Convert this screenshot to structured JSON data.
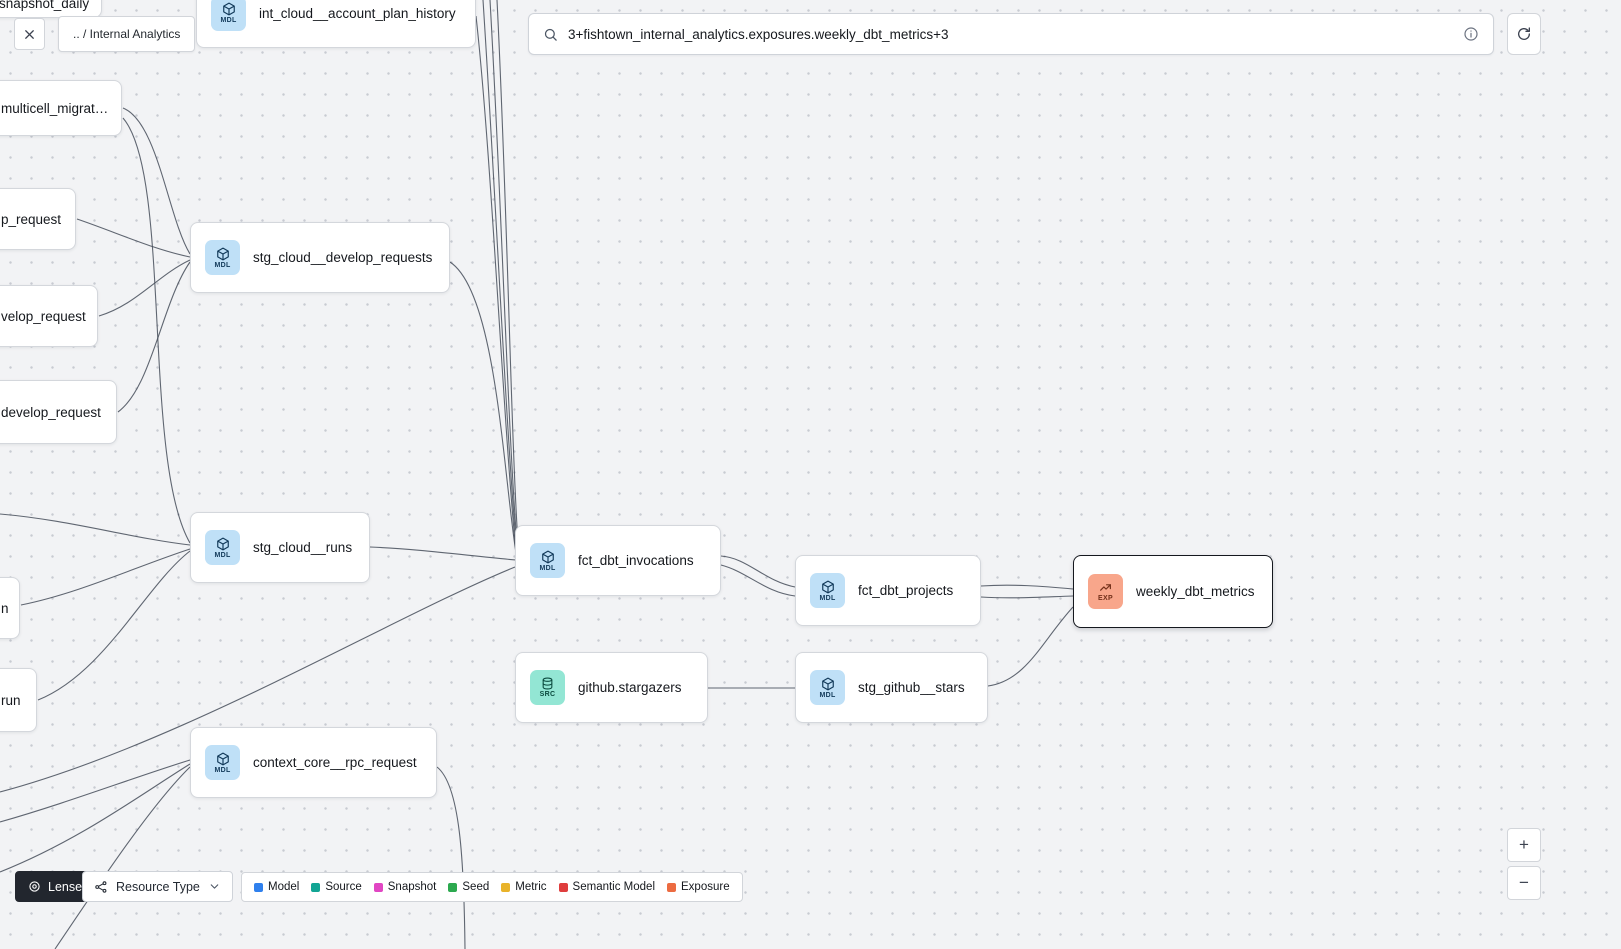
{
  "header": {
    "breadcrumb": ".. / Internal Analytics",
    "search_value": "3+fishtown_internal_analytics.exposures.weekly_dbt_metrics+3"
  },
  "chips": {
    "model": "MDL",
    "source": "SRC",
    "exposure": "EXP"
  },
  "colors": {
    "model_chip": "#bfe0f7",
    "source_chip": "#93e6d4",
    "exposure_chip": "#f8a68b",
    "selected_border": "#15181e"
  },
  "nodes": {
    "snapshot_daily": {
      "label": "snapshot_daily"
    },
    "int_cloud__account_plan_history": {
      "label": "int_cloud__account_plan_history",
      "type": "model"
    },
    "multicell_migrat": {
      "label": "multicell_migrat…"
    },
    "p_request": {
      "label": "p_request"
    },
    "velop_request": {
      "label": "velop_request"
    },
    "develop_request": {
      "label": "develop_request"
    },
    "stg_cloud__develop_requests": {
      "label": "stg_cloud__develop_requests",
      "type": "model"
    },
    "stg_cloud__runs": {
      "label": "stg_cloud__runs",
      "type": "model"
    },
    "n": {
      "label": "n"
    },
    "run": {
      "label": "run"
    },
    "fct_dbt_invocations": {
      "label": "fct_dbt_invocations",
      "type": "model"
    },
    "fct_dbt_projects": {
      "label": "fct_dbt_projects",
      "type": "model"
    },
    "weekly_dbt_metrics": {
      "label": "weekly_dbt_metrics",
      "type": "exposure",
      "selected": true
    },
    "github_stargazers": {
      "label": "github.stargazers",
      "type": "source"
    },
    "stg_github__stars": {
      "label": "stg_github__stars",
      "type": "model"
    },
    "context_core__rpc_request": {
      "label": "context_core__rpc_request",
      "type": "model"
    }
  },
  "toolbar": {
    "lenses": "Lenses",
    "resource_type": "Resource Type"
  },
  "legend": {
    "items": [
      {
        "label": "Model",
        "color": "#2f80ed"
      },
      {
        "label": "Source",
        "color": "#12a594"
      },
      {
        "label": "Snapshot",
        "color": "#e146c3"
      },
      {
        "label": "Seed",
        "color": "#2ca94f"
      },
      {
        "label": "Metric",
        "color": "#e9b32a"
      },
      {
        "label": "Semantic Model",
        "color": "#df3d3d"
      },
      {
        "label": "Exposure",
        "color": "#ec6b41"
      }
    ]
  },
  "zoom": {
    "in": "+",
    "out": "−"
  }
}
